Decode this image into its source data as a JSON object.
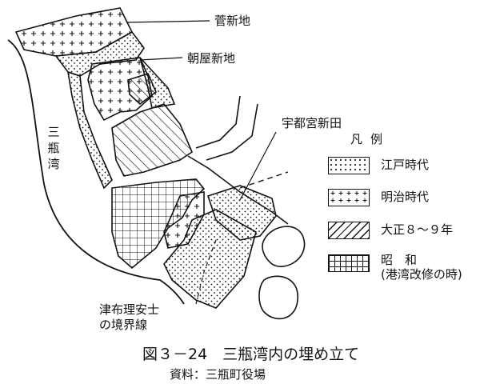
{
  "map": {
    "bay_label": "三瓶湾",
    "labels": {
      "suge_shinchi": "菅新地",
      "asaya_shinchi": "朝屋新地",
      "utsunomiya_shinden": "宇都宮新田",
      "boundary_line": "津布理安士\nの境界線"
    }
  },
  "legend": {
    "title": "凡例",
    "items": [
      {
        "pattern": "dots",
        "label": "江戸時代"
      },
      {
        "pattern": "crosses",
        "label": "明治時代"
      },
      {
        "pattern": "diagonal",
        "label": "大正８～９年"
      },
      {
        "pattern": "grid",
        "label": "昭　和\n(港湾改修の時)"
      }
    ]
  },
  "caption": "図３－24　三瓶湾内の埋め立て",
  "source": "資料：三瓶町役場"
}
